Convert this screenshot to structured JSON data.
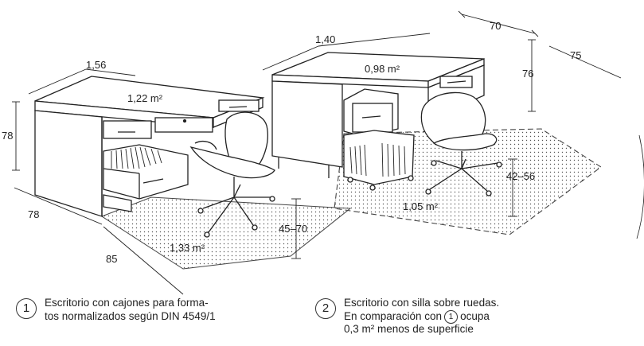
{
  "desk1": {
    "width_label": "1,56",
    "height_label": "78",
    "depth_label": "78",
    "desk_area": "1,22 m²",
    "floor_area": "1,33 m²",
    "floor_width_label": "85",
    "seat_height_label": "45–70"
  },
  "desk2": {
    "width_label": "1,40",
    "depth_label": "70",
    "height_label": "76",
    "floor_depth_label": "75",
    "desk_area": "0,98 m²",
    "floor_area": "1,05 m²",
    "seat_height_label": "42–56"
  },
  "captions": [
    {
      "number": "1",
      "line1": "Escritorio con cajones para forma-",
      "line2": "tos normalizados según DIN 4549/1"
    },
    {
      "number": "2",
      "line1": "Escritorio con silla sobre ruedas.",
      "line2_prefix": "En comparación con",
      "line2_ref": "1",
      "line2_suffix": "ocupa",
      "line3": "0,3 m² menos de superficie"
    }
  ]
}
